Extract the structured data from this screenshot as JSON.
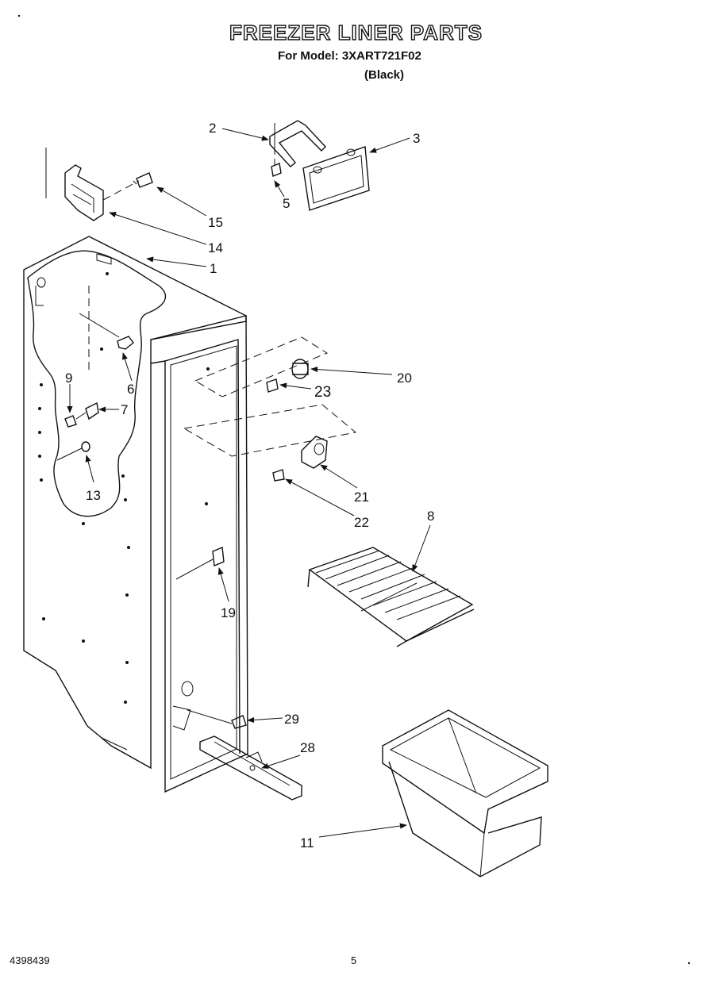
{
  "header": {
    "title": "FREEZER LINER PARTS",
    "model_line": "For Model: 3XART721F02",
    "color_line": "(Black)"
  },
  "footer": {
    "doc_number": "4398439",
    "page_number": "5"
  },
  "callouts": [
    {
      "id": "c1",
      "label": "1"
    },
    {
      "id": "c2",
      "label": "2"
    },
    {
      "id": "c3",
      "label": "3"
    },
    {
      "id": "c5",
      "label": "5"
    },
    {
      "id": "c6",
      "label": "6"
    },
    {
      "id": "c7",
      "label": "7"
    },
    {
      "id": "c8",
      "label": "8"
    },
    {
      "id": "c9",
      "label": "9"
    },
    {
      "id": "c11",
      "label": "11"
    },
    {
      "id": "c13",
      "label": "13"
    },
    {
      "id": "c14",
      "label": "14"
    },
    {
      "id": "c15",
      "label": "15"
    },
    {
      "id": "c19",
      "label": "19"
    },
    {
      "id": "c20",
      "label": "20"
    },
    {
      "id": "c21",
      "label": "21"
    },
    {
      "id": "c22",
      "label": "22"
    },
    {
      "id": "c23",
      "label": "23"
    },
    {
      "id": "c28",
      "label": "28"
    },
    {
      "id": "c29",
      "label": "29"
    }
  ]
}
